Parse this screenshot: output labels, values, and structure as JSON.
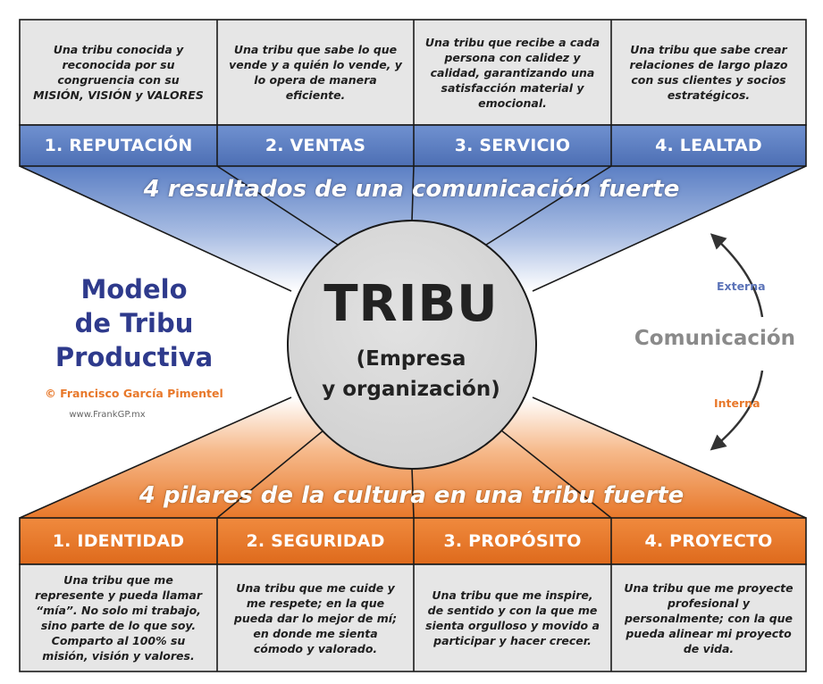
{
  "colors": {
    "blue": "#5b7fc4",
    "orange": "#e8782a",
    "title_navy": "#2e3a8c",
    "cell_gray": "#e6e6e6",
    "circle_gray": "#d9d9d9"
  },
  "top_banner": "4 resultados de una comunicación fuerte",
  "bottom_banner": "4 pilares de la cultura en una tribu fuerte",
  "results": [
    {
      "title": "1. REPUTACIÓN",
      "description": "Una tribu conocida y reconocida por su congruencia con su MISIÓN, VISIÓN y VALORES"
    },
    {
      "title": "2. VENTAS",
      "description": "Una tribu que sabe lo que vende y a quién lo vende, y lo opera de manera eficiente."
    },
    {
      "title": "3. SERVICIO",
      "description": "Una tribu que recibe a cada persona con calidez y calidad, garantizando una satisfacción material y emocional."
    },
    {
      "title": "4. LEALTAD",
      "description": "Una tribu que sabe crear relaciones de largo plazo con sus clientes y socios estratégicos."
    }
  ],
  "pillars": [
    {
      "title": "1. IDENTIDAD",
      "description": "Una tribu que me represente y pueda llamar “mía”. No solo mi trabajo, sino parte de lo que soy. Comparto al 100% su misión, visión y valores."
    },
    {
      "title": "2. SEGURIDAD",
      "description": "Una tribu que me cuide y me respete; en la que pueda dar lo mejor de mí; en donde me sienta cómodo y valorado."
    },
    {
      "title": "3. PROPÓSITO",
      "description": "Una tribu que me inspire, de sentido y con la que me sienta orgulloso y movido a participar y hacer crecer."
    },
    {
      "title": "4. PROYECTO",
      "description": "Una tribu que me proyecte profesional y personalmente; con la que pueda alinear mi proyecto de vida."
    }
  ],
  "center": {
    "title": "TRIBU",
    "subtitle_line1": "(Empresa",
    "subtitle_line2": "y organización)"
  },
  "model": {
    "title_line1": "Modelo",
    "title_line2": "de Tribu",
    "title_line3": "Productiva",
    "copyright": "© Francisco García Pimentel",
    "website": "www.FrankGP.mx"
  },
  "communication": {
    "label": "Comunicación",
    "external": "Externa",
    "internal": "Interna"
  }
}
